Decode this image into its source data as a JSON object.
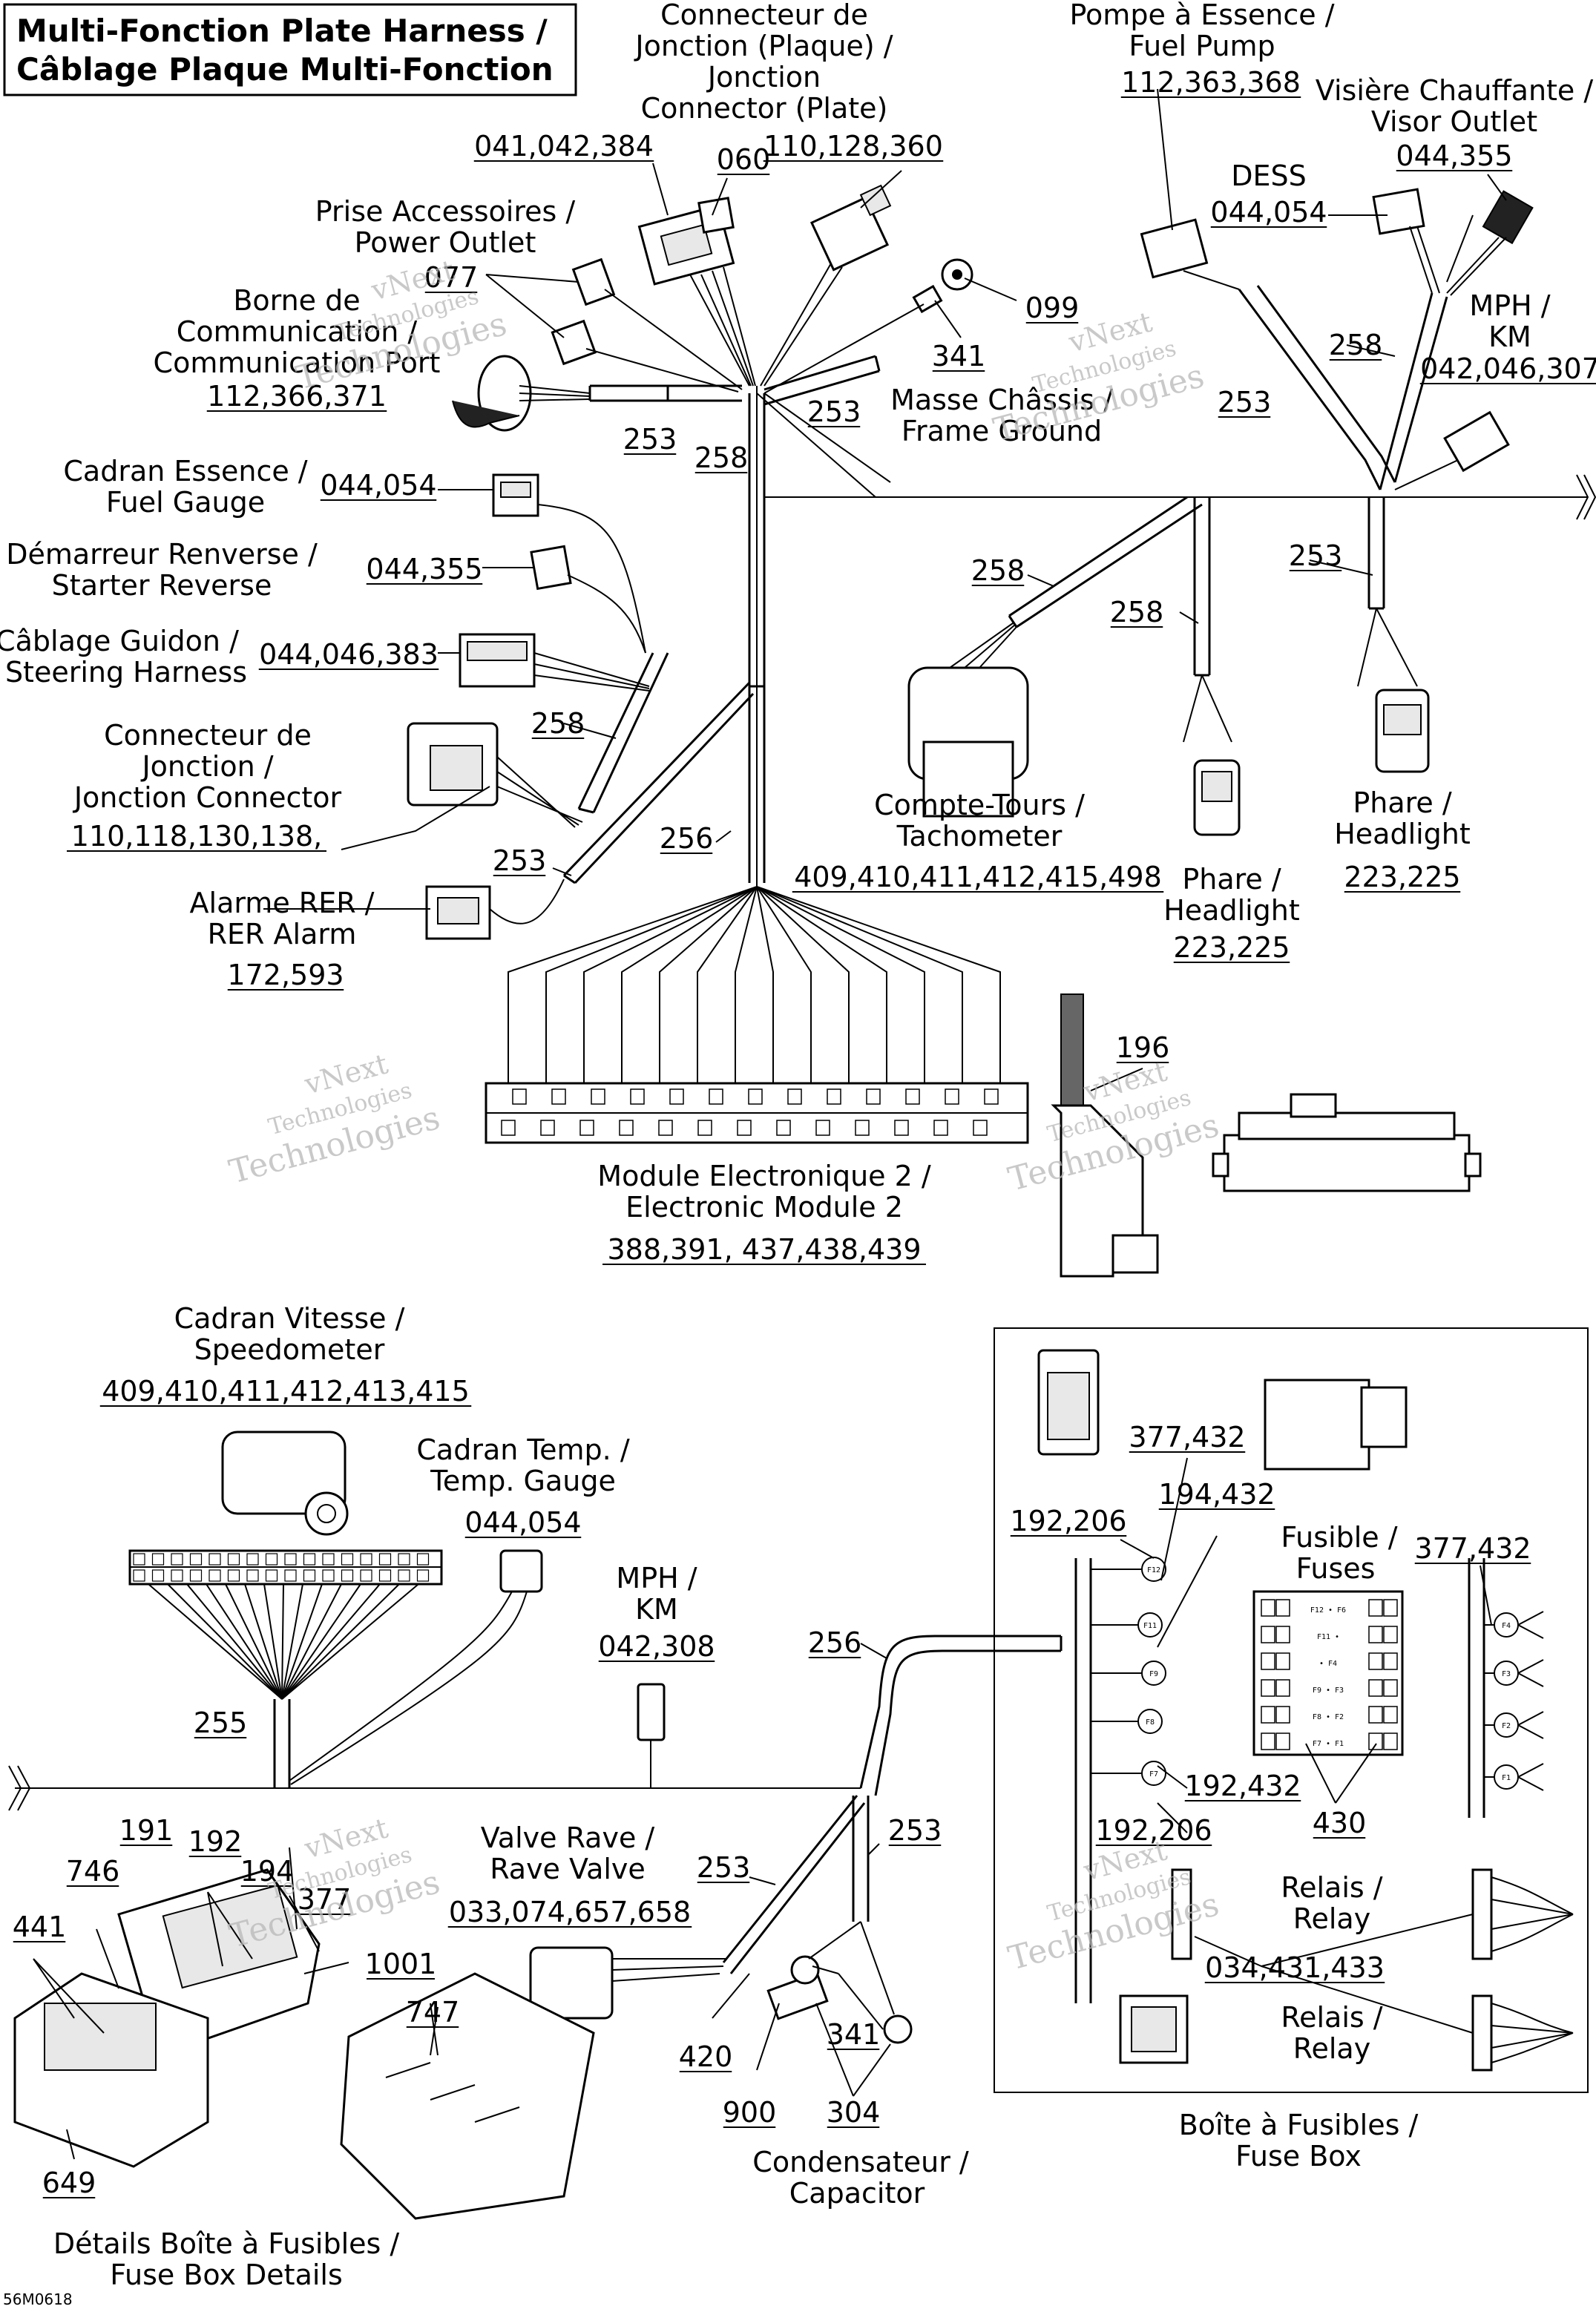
{
  "title": [
    "Multi-Fonction Plate Harness /",
    "Câblage Plaque Multi-Fonction"
  ],
  "watermark": {
    "line1": "vNext",
    "line2": "Technologies"
  },
  "figure_ref": "56M0618",
  "labels": {
    "jonction_plaque": [
      "Connecteur de",
      "Jonction (Plaque) /",
      "Jonction",
      "Connector (Plate)"
    ],
    "pompe": [
      "Pompe à Essence /",
      "Fuel Pump"
    ],
    "visiere": [
      "Visière Chauffante /",
      "Visor Outlet"
    ],
    "dess": "DESS",
    "prise": [
      "Prise Accessoires /",
      "Power Outlet"
    ],
    "borne": [
      "Borne de",
      "Communication /",
      "Communication Port"
    ],
    "mph_top": [
      "MPH /",
      "KM"
    ],
    "masse": [
      "Masse Châssis /",
      "Frame Ground"
    ],
    "cadran_essence": [
      "Cadran Essence /",
      "Fuel Gauge"
    ],
    "demarreur": [
      "Démarreur Renverse /",
      "Starter Reverse"
    ],
    "guidon": [
      "Câblage Guidon /",
      "Steering Harness"
    ],
    "jonction": [
      "Connecteur de",
      "Jonction /",
      "Jonction Connector"
    ],
    "alarme": [
      "Alarme RER /",
      "RER Alarm"
    ],
    "compte": [
      "Compte-Tours /",
      "Tachometer"
    ],
    "phare1": [
      "Phare /",
      "Headlight"
    ],
    "phare2": [
      "Phare /",
      "Headlight"
    ],
    "module": [
      "Module Electronique 2 /",
      "Electronic Module 2"
    ],
    "cadran_vitesse": [
      "Cadran Vitesse /",
      "Speedometer"
    ],
    "cadran_temp": [
      "Cadran Temp. /",
      "Temp. Gauge"
    ],
    "mph_bottom": [
      "MPH /",
      "KM"
    ],
    "valve": [
      "Valve Rave /",
      "Rave Valve"
    ],
    "fusible": [
      "Fusible /",
      "Fuses"
    ],
    "relais1": [
      "Relais /",
      "Relay"
    ],
    "relais2": [
      "Relais /",
      "Relay"
    ],
    "boite": [
      "Boîte à Fusibles /",
      "Fuse Box"
    ],
    "condensateur": [
      "Condensateur /",
      "Capacitor"
    ],
    "details": [
      "Détails Boîte à Fusibles /",
      "Fuse Box Details"
    ]
  },
  "refs": {
    "r_041": "041,042,384",
    "r_060": "060",
    "r_110a": "110,128,360",
    "r_112a": "112,363,368",
    "r_044v": "044,355",
    "r_044d": "044,054",
    "r_077": "077",
    "r_099": "099",
    "r_341a": "341",
    "r_112b": "112,366,371",
    "r_253a": "253",
    "r_258a": "258",
    "r_253b": "253",
    "r_258t": "258",
    "r_253t": "253",
    "r_042t": "042,046,307",
    "r_044f": "044,054",
    "r_044s": "044,355",
    "r_044g": "044,046,383",
    "r_258b": "258",
    "r_110b": "110,118,130,138,",
    "r_253c": "253",
    "r_256a": "256",
    "r_172": "172,593",
    "r_258c": "258",
    "r_258d": "258",
    "r_253d": "253",
    "r_409a": "409,410,411,412,415,498",
    "r_223a": "223,225",
    "r_223b": "223,225",
    "r_196": "196",
    "r_388": "388,391, 437,438,439",
    "r_409b": "409,410,411,412,413,415",
    "r_044t": "044,054",
    "r_042b": "042,308",
    "r_256b": "256",
    "r_255": "255",
    "r_377a": "377,432",
    "r_192a": "192,206",
    "r_194a": "194,432",
    "r_377b": "377,432",
    "r_192b": "192,432",
    "r_430": "430",
    "r_192c": "192,206",
    "r_034": "034,431,433",
    "r_191": "191",
    "r_192d": "192",
    "r_194b": "194",
    "r_377c": "377",
    "r_746": "746",
    "r_441": "441",
    "r_1001": "1001",
    "r_747": "747",
    "r_649": "649",
    "r_253e": "253",
    "r_253f": "253",
    "r_033": "033,074,657,658",
    "r_420": "420",
    "r_341b": "341",
    "r_900": "900",
    "r_304": "304"
  },
  "fuse_labels": [
    "F12 • F6",
    "F11 •",
    "• F4",
    "F9 • F3",
    "F8 • F2",
    "F7 • F1"
  ],
  "fuse_ids": [
    "F12",
    "F11",
    "F9",
    "F8",
    "F7",
    "F4",
    "F3",
    "F2",
    "F1"
  ]
}
